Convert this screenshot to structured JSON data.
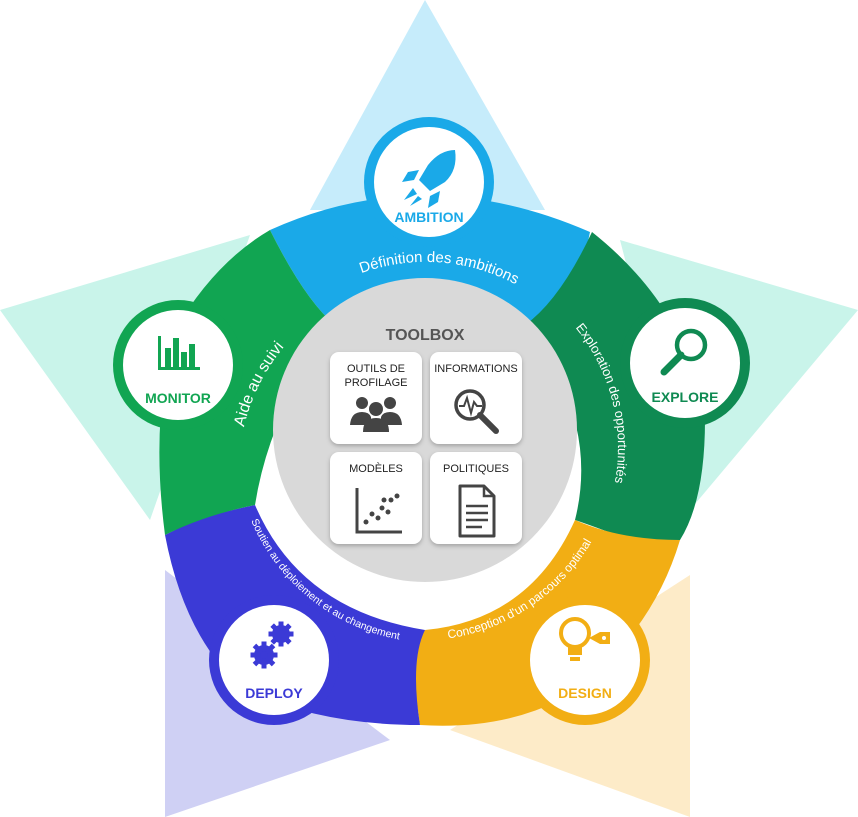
{
  "toolbox": {
    "title": "TOOLBOX",
    "tools": [
      {
        "line1": "OUTILS DE",
        "line2": "PROFILAGE",
        "icon": "people-icon"
      },
      {
        "line1": "INFORMATIONS",
        "line2": "",
        "icon": "magnifier-pulse-icon"
      },
      {
        "line1": "MODÈLES",
        "line2": "",
        "icon": "scatter-chart-icon"
      },
      {
        "line1": "POLITIQUES",
        "line2": "",
        "icon": "document-icon"
      }
    ]
  },
  "stages": {
    "ambition": {
      "label": "AMBITION",
      "desc": "Définition des ambitions",
      "color": "#1aa9e8",
      "icon": "rocket-icon"
    },
    "explore": {
      "label": "EXPLORE",
      "desc": "Exploration des opportunités",
      "color": "#0f8a52",
      "icon": "magnifier-icon"
    },
    "design": {
      "label": "DESIGN",
      "desc": "Conception d'un parcours optimal",
      "color": "#f2ae14",
      "icon": "lightbulb-icon"
    },
    "deploy": {
      "label": "DEPLOY",
      "desc": "Soutien au déploiement et au changement",
      "color": "#3b3ad6",
      "icon": "gears-icon"
    },
    "monitor": {
      "label": "MONITOR",
      "desc": "Aide au suivi",
      "color": "#11a552",
      "icon": "bar-chart-icon"
    }
  },
  "colors": {
    "star_top": "#c6ecfb",
    "star_right": "#c9f4ea",
    "star_bottom_right": "#fdebc8",
    "star_bottom_left": "#cfd0f4",
    "star_left": "#c9f4ea",
    "center": "#d9d9d9"
  }
}
